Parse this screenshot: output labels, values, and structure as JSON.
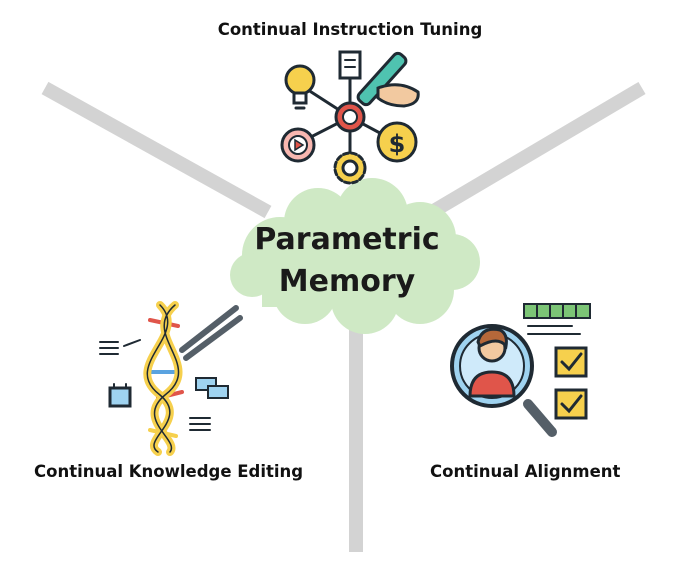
{
  "diagram": {
    "center": {
      "line1": "Parametric",
      "line2": "Memory"
    },
    "branches": {
      "top": "Continual Instruction Tuning",
      "left": "Continual Knowledge Editing",
      "right": "Continual Alignment"
    }
  },
  "colors": {
    "connector": "#d3d3d3",
    "cloud_fill": "#cfe9c5",
    "cloud_stroke": "#b5d6a8",
    "icon_outline": "#1f2a33",
    "icon_teal": "#4fc3b0",
    "icon_yellow": "#f6d04d",
    "icon_red": "#e0554a",
    "icon_blue": "#9fd3f0",
    "icon_orange": "#f2a356",
    "icon_green": "#7cc576"
  },
  "icons": {
    "top": "instruction-tuning-network-icon",
    "left": "dna-editing-icon",
    "right": "alignment-magnifier-icon"
  }
}
